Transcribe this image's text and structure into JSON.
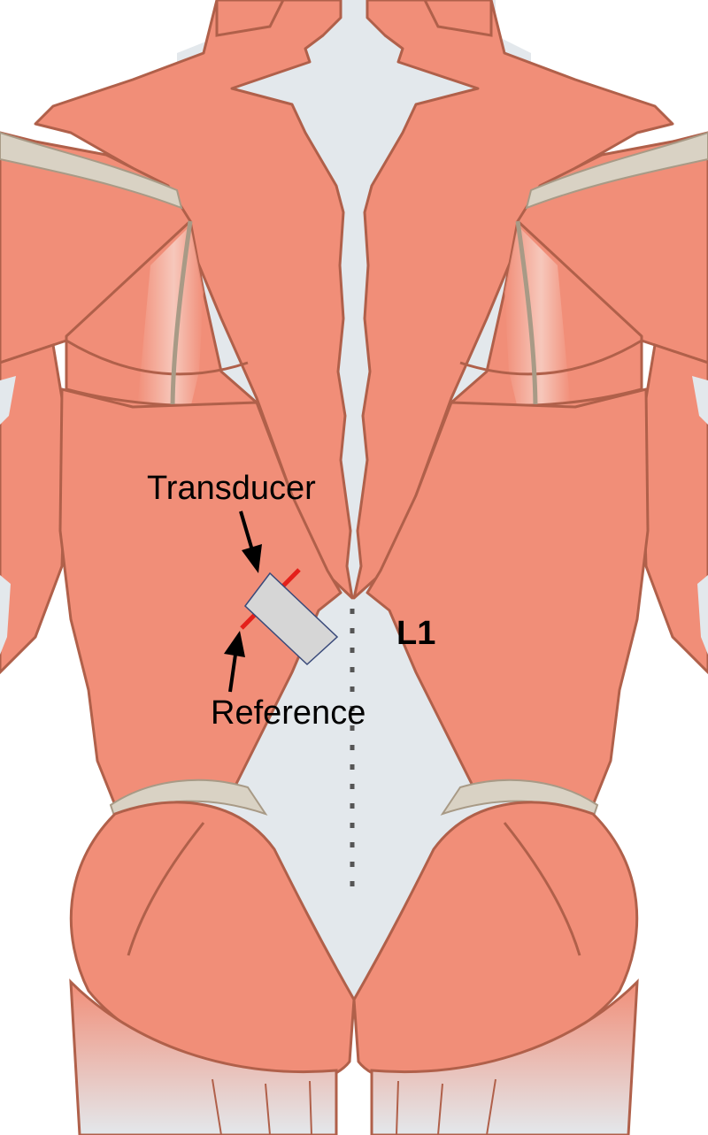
{
  "diagram": {
    "labels": {
      "transducer": "Transducer",
      "reference": "Reference",
      "level": "L1"
    },
    "colors": {
      "muscle": "#f18e78",
      "muscle_outline": "#b0604a",
      "fascia": "#e3e8ec",
      "bone": "#d9d2c4",
      "transducer_fill": "#d6d6d6",
      "transducer_outline": "#3a4a7a",
      "reference_line": "#e4201b",
      "spine_marker": "#555555",
      "arrow": "#000000"
    }
  }
}
